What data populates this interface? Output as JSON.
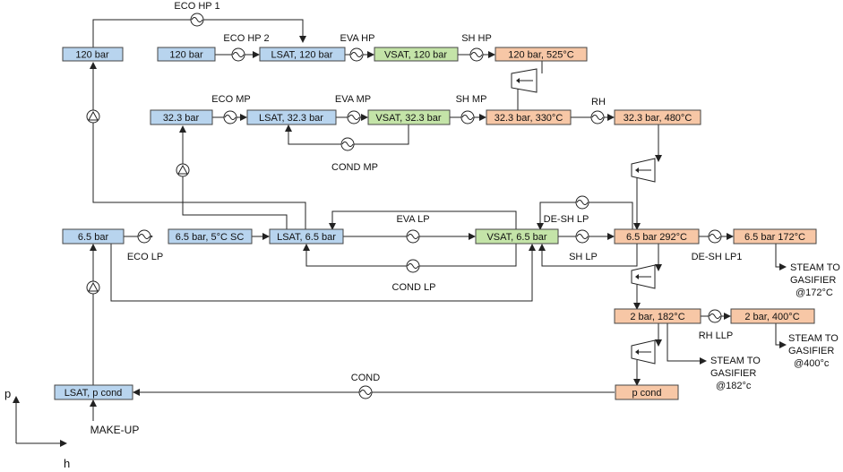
{
  "colors": {
    "liquid": "#b8d4ee",
    "saturated_vapor": "#c4e4a8",
    "superheated": "#f7c7a6",
    "line": "#222222"
  },
  "boxes": {
    "hp_120_left": "120 bar",
    "hp_120": "120 bar",
    "lsat_120": "LSAT, 120 bar",
    "vsat_120": "VSAT, 120 bar",
    "sh_120_525": "120 bar, 525°C",
    "mp_323": "32.3 bar",
    "lsat_323": "LSAT, 32.3 bar",
    "vsat_323": "VSAT, 32.3 bar",
    "mp_323_330": "32.3 bar, 330°C",
    "mp_323_480": "32.3 bar, 480°C",
    "lp_65": "6.5 bar",
    "lp_65_5csc": "6.5 bar, 5°C SC",
    "lsat_65": "LSAT, 6.5 bar",
    "vsat_65": "VSAT, 6.5 bar",
    "lp_65_292": "6.5 bar 292°C",
    "lp_65_172": "6.5 bar 172°C",
    "llp_2_182": "2 bar, 182°C",
    "llp_2_400": "2 bar, 400°C",
    "p_cond": "p cond",
    "lsat_pcond": "LSAT, p cond"
  },
  "labels": {
    "eco_hp1": "ECO HP 1",
    "eco_hp2": "ECO HP 2",
    "eva_hp": "EVA HP",
    "sh_hp": "SH HP",
    "eco_mp": "ECO MP",
    "eva_mp": "EVA MP",
    "sh_mp": "SH MP",
    "rh": "RH",
    "cond_mp": "COND MP",
    "eva_lp": "EVA LP",
    "de_sh_lp": "DE-SH LP",
    "eco_lp": "ECO LP",
    "sh_lp": "SH LP",
    "de_sh_lp1": "DE-SH LP1",
    "cond_lp": "COND LP",
    "rh_llp": "RH LLP",
    "cond": "COND",
    "make_up": "MAKE-UP",
    "steam_172": [
      "STEAM TO",
      "GASIFIER",
      "@172°C"
    ],
    "steam_400": [
      "STEAM TO",
      "GASIFIER",
      "@400°c"
    ],
    "steam_182": [
      "STEAM TO",
      "GASIFIER",
      "@182°c"
    ],
    "axis_p": "p",
    "axis_h": "h"
  }
}
